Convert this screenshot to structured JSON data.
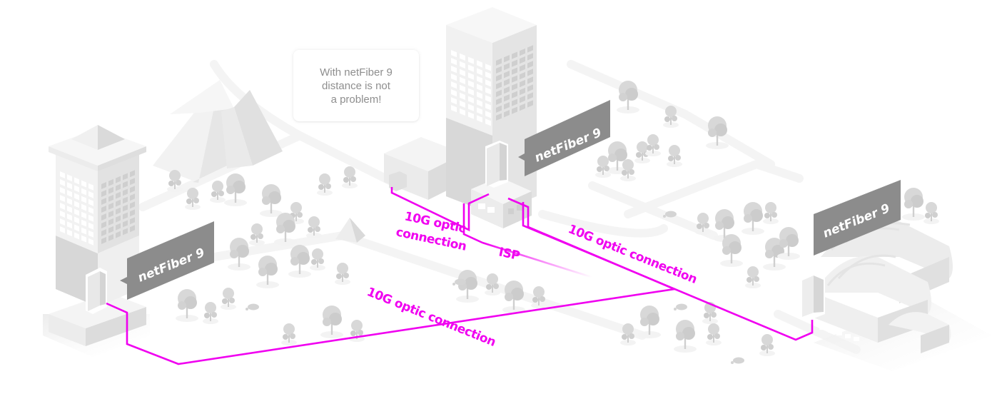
{
  "title": "netFiber 9 network diagram",
  "callout": {
    "lines": [
      "With netFiber 9",
      "distance is not",
      "a problem!"
    ]
  },
  "device_tags": [
    {
      "id": "left-office",
      "label": "netFiber 9"
    },
    {
      "id": "isp",
      "label": "netFiber 9"
    },
    {
      "id": "warehouse",
      "label": "netFiber 9"
    }
  ],
  "connection_labels": {
    "isp_left_line1": "10G optic",
    "isp_left_line2": "connection",
    "isp": "ISP",
    "isp_to_warehouse": "10G optic connection",
    "left_to_isp": "10G optic connection"
  },
  "colors": {
    "connection": "#f000f0",
    "tag": "#8c8c8c",
    "tag_text": "#ffffff",
    "building_light": "#f2f2f2",
    "building_mid": "#e4e4e4",
    "building_dark": "#d0d0d0",
    "tree": "#d6d6d6",
    "callout_text": "#8e8e8e"
  }
}
